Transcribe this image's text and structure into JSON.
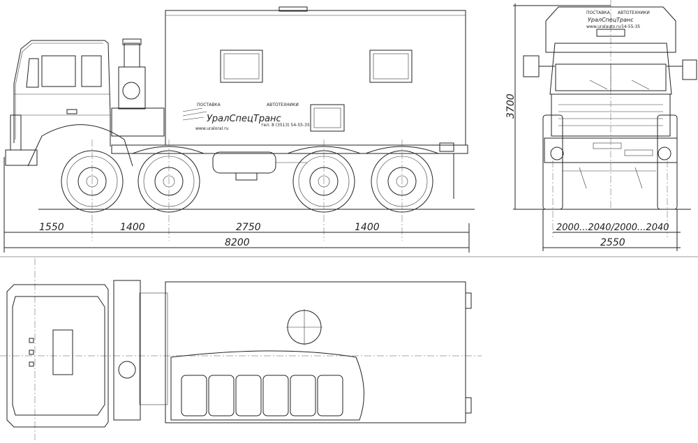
{
  "dimensions": {
    "front_overhang": "1550",
    "wheelbase_1": "1400",
    "wheelbase_2": "2750",
    "wheelbase_3": "1400",
    "overall_length": "8200",
    "overall_height": "3700",
    "track_width": "2000...2040/2000...2040",
    "overall_width": "2550"
  },
  "body_branding": {
    "supplier_label": "ПОСТАВКА",
    "product_label": "АВТОТЕХНИКИ",
    "company_name": "УралСпецТранс",
    "website": "www.uraloral.ru",
    "phone": "тел: 8 (3513) 54-55-35",
    "rear_company_name": "УралСпецТранс",
    "rear_website": "www.uralauto.ru",
    "rear_phone": "54-55-35",
    "rear_supplier_label": "ПОСТАВКА",
    "rear_product_label": "АВТОТЕХНИКИ"
  },
  "colors": {
    "line": "#222222",
    "background": "#ffffff"
  }
}
